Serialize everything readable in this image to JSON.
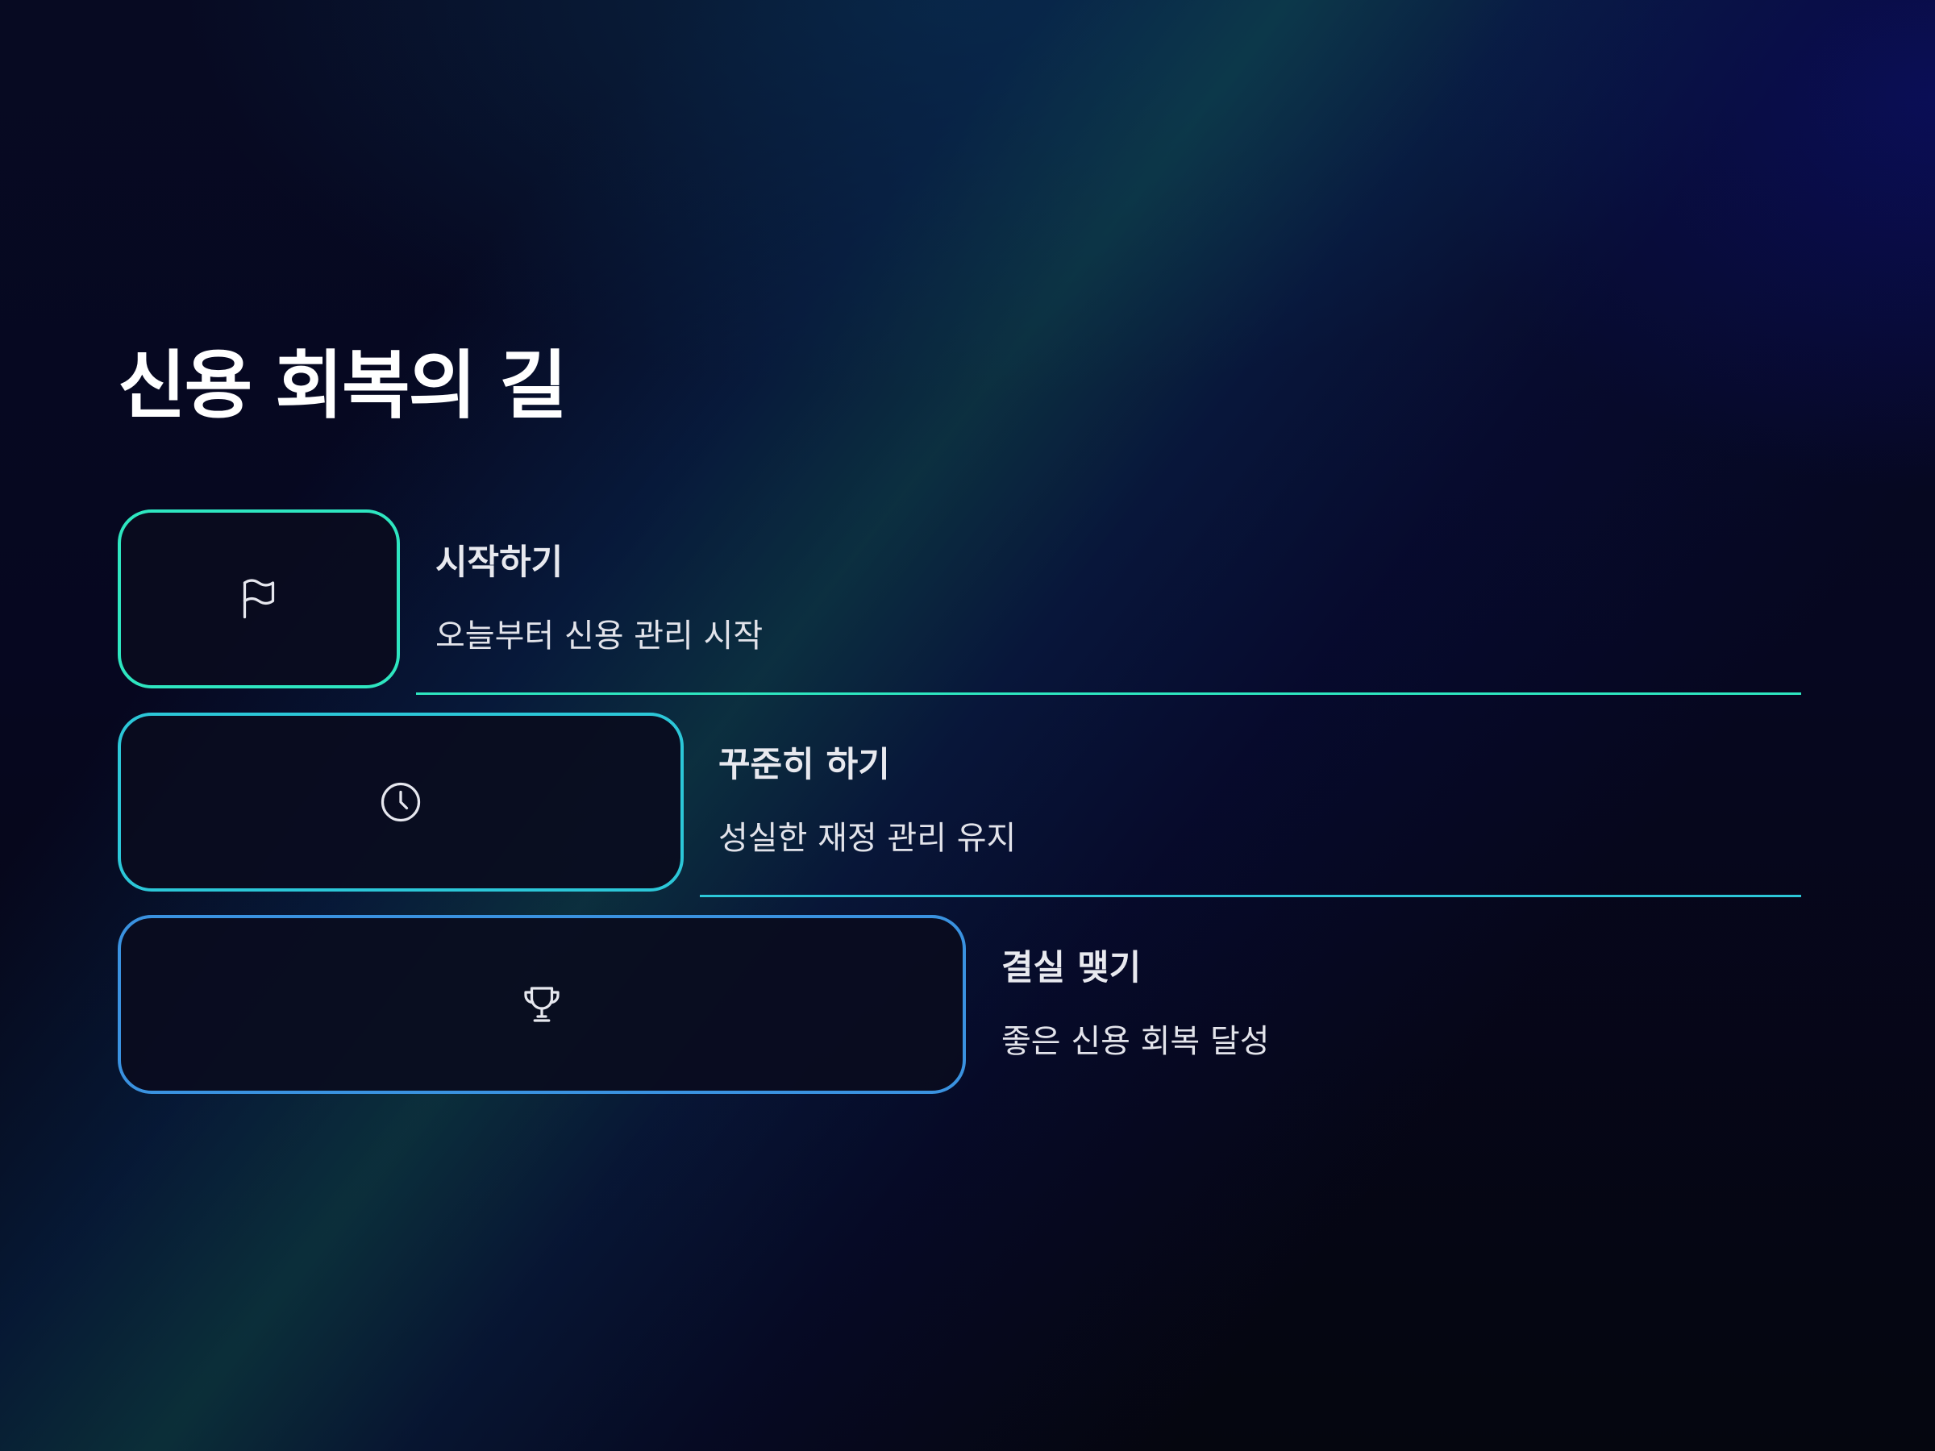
{
  "title": "신용 회복의 길",
  "steps": [
    {
      "title": "시작하기",
      "description": "오늘부터 신용 관리 시작",
      "icon": "flag-icon",
      "color": "#2ee6c0"
    },
    {
      "title": "꾸준히 하기",
      "description": "성실한 재정 관리 유지",
      "icon": "clock-icon",
      "color": "#2cc7d8"
    },
    {
      "title": "결실 맺기",
      "description": "좋은 신용 회복 달성",
      "icon": "trophy-icon",
      "color": "#3a92e0"
    }
  ]
}
